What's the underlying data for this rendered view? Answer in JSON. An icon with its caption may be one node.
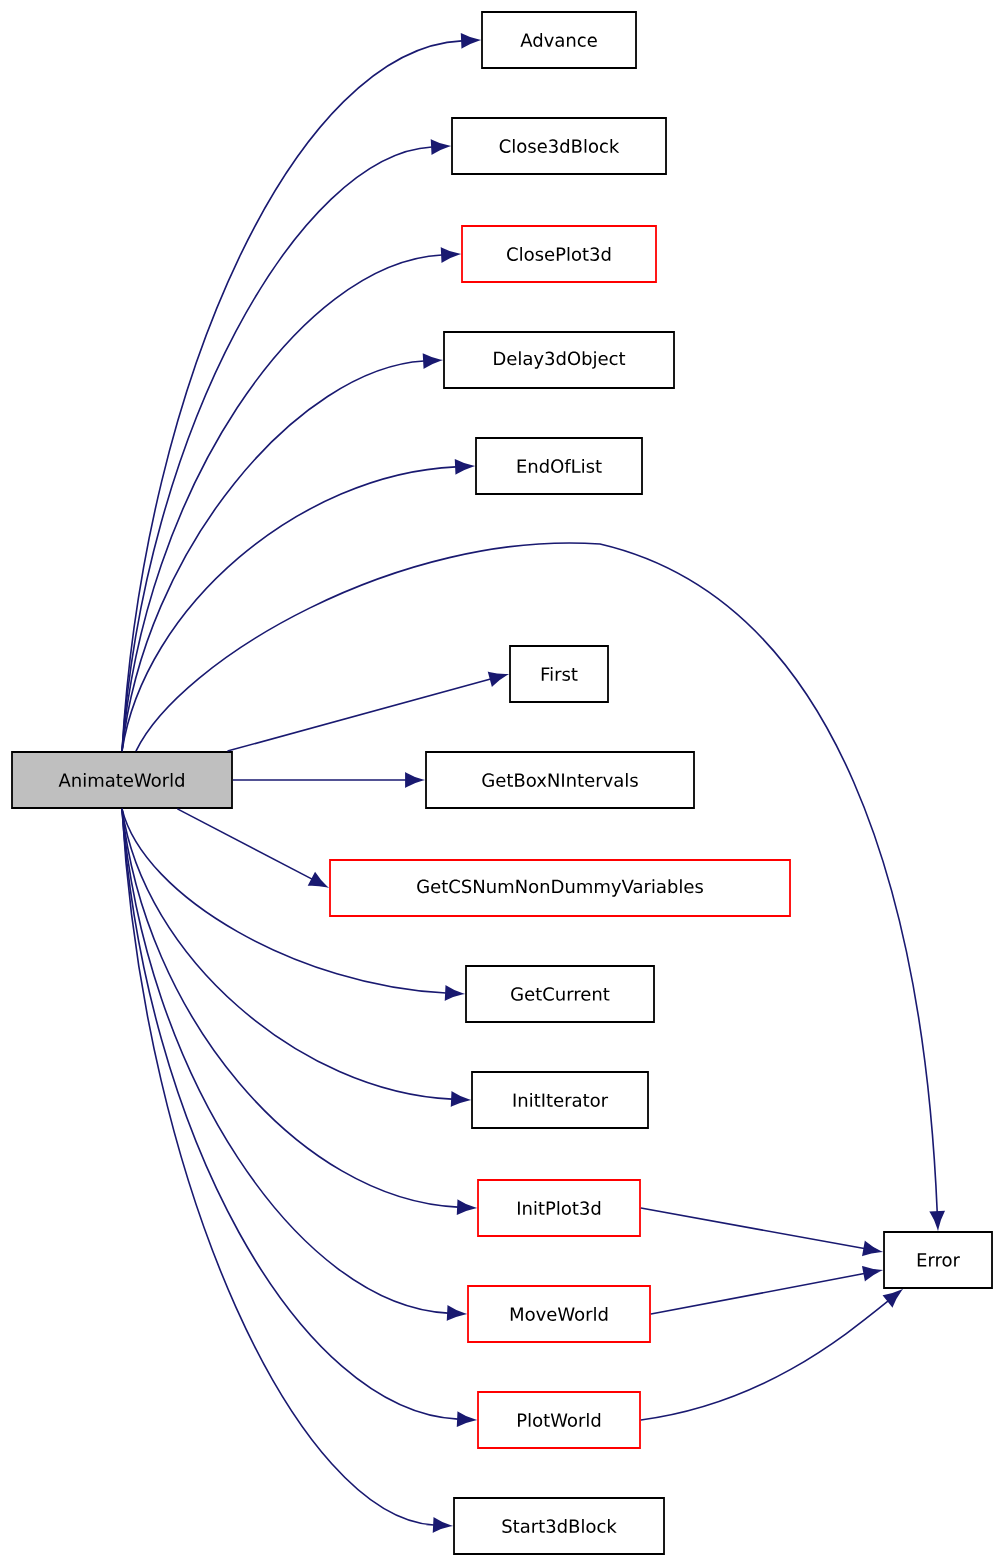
{
  "diagram": {
    "nodes": [
      {
        "text": [
          "AnimateWorld"
        ]
      },
      {
        "text": [
          "Advance"
        ]
      },
      {
        "text": [
          "Close3dBlock"
        ]
      },
      {
        "text": [
          "ClosePlot3d"
        ]
      },
      {
        "text": [
          "Delay3dObject"
        ]
      },
      {
        "text": [
          "EndOfList"
        ]
      },
      {
        "text": [
          "First"
        ]
      },
      {
        "text": [
          "GetBoxNIntervals"
        ]
      },
      {
        "text": [
          "GetCSNumNonDummyVariables"
        ]
      },
      {
        "text": [
          "GetCurrent"
        ]
      },
      {
        "text": [
          "InitIterator"
        ]
      },
      {
        "text": [
          "InitPlot3d"
        ]
      },
      {
        "text": [
          "MoveWorld"
        ]
      },
      {
        "text": [
          "PlotWorld"
        ]
      },
      {
        "text": [
          "Start3dBlock"
        ]
      },
      {
        "text": [
          "Error"
        ]
      }
    ],
    "edges": [
      {
        "from": 0,
        "to": 1,
        "arrow": "to"
      },
      {
        "from": 0,
        "to": 2,
        "arrow": "to"
      },
      {
        "from": 0,
        "to": 3,
        "arrow": "to"
      },
      {
        "from": 0,
        "to": 4,
        "arrow": "to"
      },
      {
        "from": 0,
        "to": 5,
        "arrow": "to"
      },
      {
        "from": 0,
        "to": 6,
        "arrow": "to"
      },
      {
        "from": 0,
        "to": 7,
        "arrow": "to"
      },
      {
        "from": 0,
        "to": 8,
        "arrow": "to"
      },
      {
        "from": 0,
        "to": 9,
        "arrow": "to"
      },
      {
        "from": 0,
        "to": 10,
        "arrow": "to"
      },
      {
        "from": 0,
        "to": 11,
        "arrow": "to"
      },
      {
        "from": 0,
        "to": 12,
        "arrow": "to"
      },
      {
        "from": 0,
        "to": 13,
        "arrow": "to"
      },
      {
        "from": 0,
        "to": 14,
        "arrow": "to"
      },
      {
        "from": 0,
        "to": 15,
        "arrow": "to"
      },
      {
        "from": 11,
        "to": 15,
        "arrow": "to"
      },
      {
        "from": 12,
        "to": 15,
        "arrow": "to"
      },
      {
        "from": 13,
        "to": 15,
        "arrow": "to"
      }
    ]
  }
}
